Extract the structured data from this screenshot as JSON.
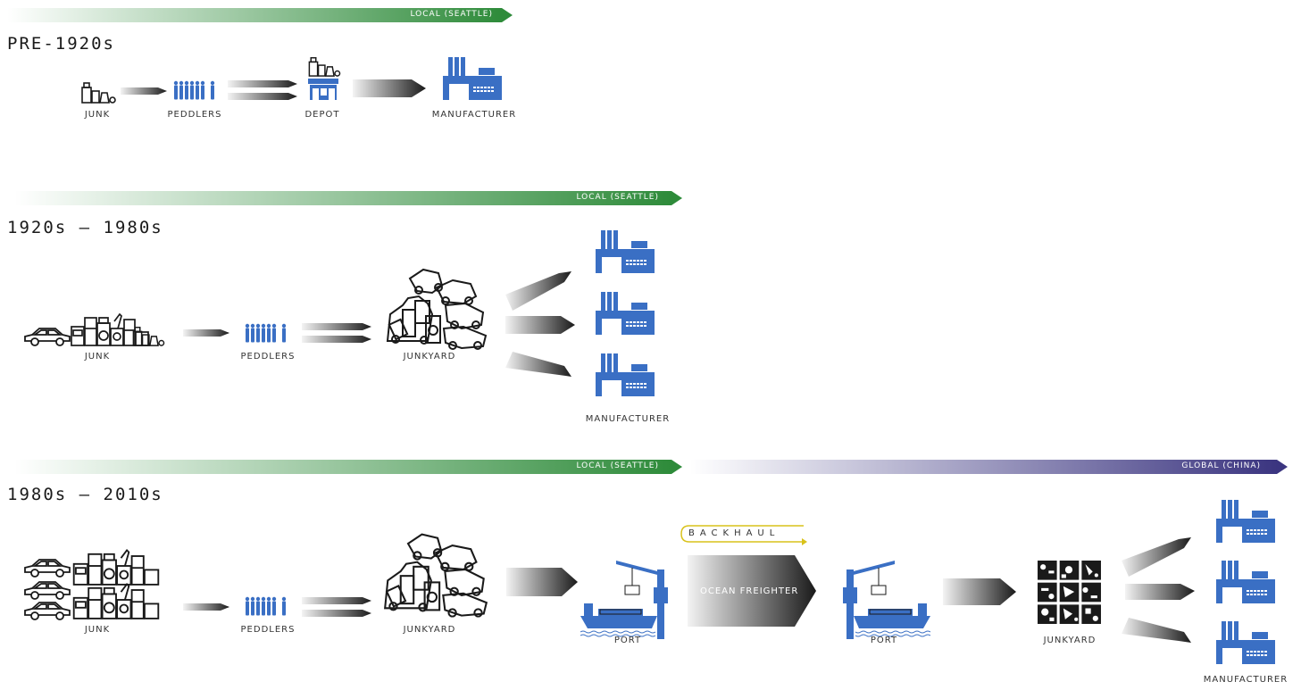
{
  "colors": {
    "local_green": "#2e8b3a",
    "global_purple": "#3b3580",
    "factory_blue": "#3a6fc4",
    "backhaul_yellow": "#d9c21a"
  },
  "eras": [
    {
      "title": "PRE-1920s",
      "band": {
        "label": "LOCAL (SEATTLE)"
      },
      "nodes": {
        "junk": "JUNK",
        "peddlers": "PEDDLERS",
        "depot": "DEPOT",
        "manufacturer": "MANUFACTURER"
      }
    },
    {
      "title": "1920s – 1980s",
      "band": {
        "label": "LOCAL (SEATTLE)"
      },
      "nodes": {
        "junk": "JUNK",
        "peddlers": "PEDDLERS",
        "junkyard": "JUNKYARD",
        "manufacturer": "MANUFACTURER"
      }
    },
    {
      "title": "1980s – 2010s",
      "band_local": {
        "label": "LOCAL (SEATTLE)"
      },
      "band_global": {
        "label": "GLOBAL (CHINA)"
      },
      "nodes": {
        "junk": "JUNK",
        "peddlers": "PEDDLERS",
        "junkyard": "JUNKYARD",
        "port_origin": "PORT",
        "backhaul": "BACKHAUL",
        "ocean_freighter": "OCEAN FREIGHTER",
        "port_destination": "PORT",
        "junkyard_china": "JUNKYARD",
        "manufacturer": "MANUFACTURER"
      }
    }
  ]
}
